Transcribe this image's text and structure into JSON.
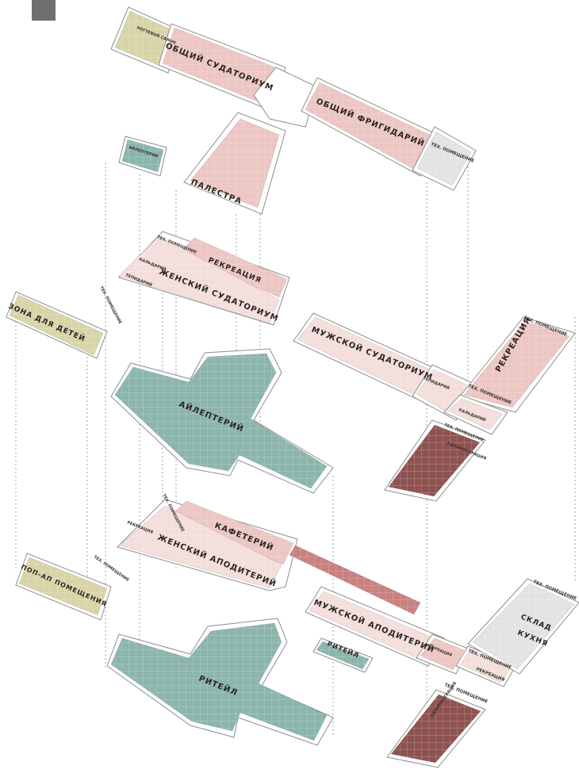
{
  "colors": {
    "pink": "#ecc6c3",
    "pink_light": "#f3dedb",
    "green": "#8bb5ad",
    "khaki": "#d8d4a8",
    "dark_red": "#8e5350",
    "red_band": "#c98080",
    "grey": "#e3e3e3"
  },
  "level3": {
    "nail_salon": "НОГТЕВОЙ САЛОН",
    "common_sudatorium": "ОБЩИЙ СУДАТОРИУМ",
    "common_frigidarium": "ОБЩИЙ ФРИГИДАРИЙ",
    "tech_room": "ТЕХ. ПОМЕЩЕНИЕ",
    "palestra": "ПАЛЕСТРА"
  },
  "level2": {
    "aileptery_small": "АЙЛЕПТЕРИЙ",
    "tech_top": "ТЕХ. ПОМЕЩЕНИЕ",
    "recreation": "РЕКРЕАЦИЯ",
    "caldarium": "КАЛЬДАРИЙ",
    "tepidarium": "ТЕПИДАРИЙ",
    "women_sudatorium": "ЖЕНСКИЙ СУДАТОРИУМ",
    "kids_zone": "ЗОНА ДЛЯ ДЕТЕЙ",
    "tech_left": "ТЕХ. ПОМЕЩЕНИЕ",
    "men_sudatorium": "МУЖСКОЙ СУДАТОРИУМ",
    "tepidarium_r": "ТЕПИДАРИЙ",
    "tech_right": "ТЕХ. ПОМЕЩЕНИЕ",
    "recreation_r": "РЕКРЕАЦИЯ",
    "tech_far": "ТЕХ. ПОМЕЩЕНИЕ",
    "caldarium_r": "КАЛЬДАРИЙ",
    "tech_adm": "ТЕХ. ПОМЕЩЕНИЕ",
    "administration": "АДМИНИСТРАЦИЯ",
    "aileptery": "АЙЛЕПТЕРИЙ"
  },
  "level1": {
    "tech_a": "ТЕХ. ПОМЕЩЕНИЕ",
    "recreation": "РЕКРЕАЦИЯ",
    "cafeteria": "КАФЕТЕРИЙ",
    "women_apodyterium": "ЖЕНСКИЙ АПОДИТЕРИЙ",
    "popup_room": "ПОП-АП ПОМЕЩЕНИЯ",
    "tech_b": "ТЕХ. ПОМЕЩЕНИЕ",
    "men_apodyterium": "МУЖСКОЙ АПОДИТЕРИЙ",
    "retail_small": "РИТЕЙЛ",
    "recreation_r": "РЕКРЕАЦИЯ",
    "tech_c": "ТЕХ. ПОМЕЩЕНИЕ",
    "recreation_r2": "РЕКРЕАЦИЯ",
    "warehouse": "СКЛАД",
    "kitchen": "КУХНЯ",
    "tech_d": "ТЕХ. ПОМЕЩЕНИЕ",
    "tech_e": "ТЕХ. ПОМЕЩЕНИЕ",
    "administration": "АДМИНИСТРАЦИЯ",
    "retail": "РИТЕЙЛ"
  }
}
